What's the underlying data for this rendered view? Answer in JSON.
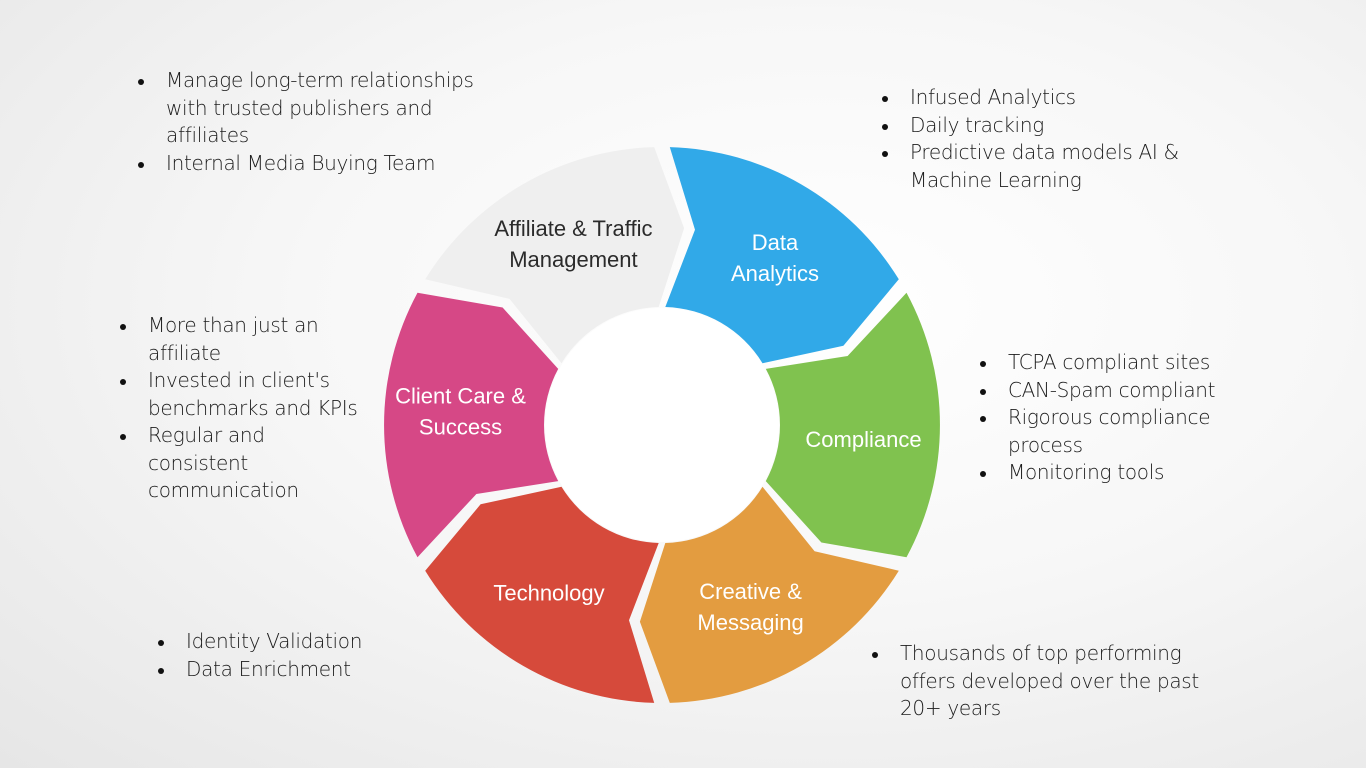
{
  "segments": [
    {
      "id": "affiliate",
      "label_lines": [
        "Affiliate & Traffic",
        "Management"
      ],
      "color": "#efefef",
      "text_color": "#2b2b2b"
    },
    {
      "id": "analytics",
      "label_lines": [
        "Data",
        "Analytics"
      ],
      "color": "#31a9e8",
      "text_color": "#ffffff"
    },
    {
      "id": "compliance",
      "label_lines": [
        "Compliance"
      ],
      "color": "#80c24f",
      "text_color": "#ffffff"
    },
    {
      "id": "creative",
      "label_lines": [
        "Creative &",
        "Messaging"
      ],
      "color": "#e39c40",
      "text_color": "#ffffff"
    },
    {
      "id": "technology",
      "label_lines": [
        "Technology"
      ],
      "color": "#d64a3b",
      "text_color": "#ffffff"
    },
    {
      "id": "client",
      "label_lines": [
        "Client Care &",
        "Success"
      ],
      "color": "#d64886",
      "text_color": "#ffffff"
    }
  ],
  "bullets": {
    "affiliate": [
      "Manage long-term relationships with trusted publishers and affiliates",
      "Internal Media Buying Team"
    ],
    "analytics": [
      "Infused Analytics",
      "Daily tracking",
      "Predictive data models AI & Machine Learning"
    ],
    "compliance": [
      "TCPA compliant sites",
      "CAN-Spam compliant",
      "Rigorous compliance process",
      "Monitoring tools"
    ],
    "client": [
      "More than just an affiliate",
      "Invested in client's benchmarks and KPIs",
      "Regular and consistent communication"
    ],
    "technology": [
      "Identity Validation",
      "Data Enrichment"
    ],
    "creative": [
      "Thousands of top performing offers developed over the past 20+ years"
    ]
  }
}
